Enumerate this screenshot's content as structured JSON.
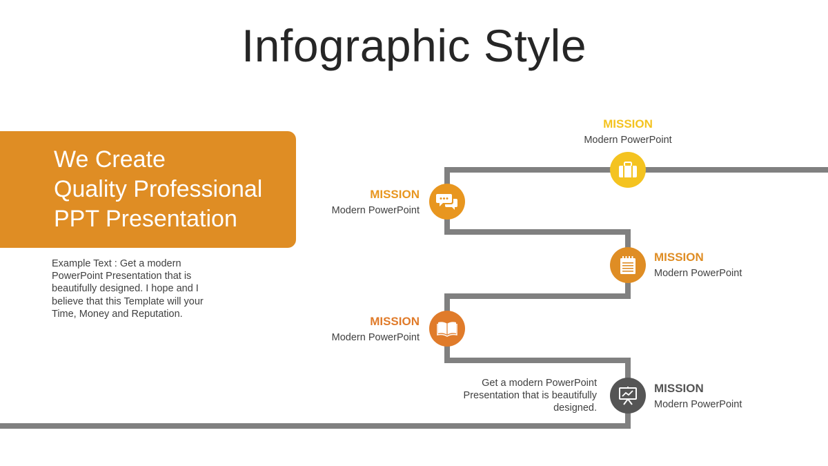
{
  "title": "Infographic Style",
  "hero": {
    "lines": [
      "We Create",
      "Quality Professional",
      "PPT Presentation"
    ]
  },
  "body_text": "Example Text : Get a modern PowerPoint  Presentation that is beautifully designed. I hope and I believe that this Template will your Time, Money and Reputation.",
  "colors": {
    "orange": "#df8d24",
    "yellow": "#f4c320",
    "dark_orange": "#e07b2a",
    "gray": "#555555",
    "line": "#808080"
  },
  "milestones": [
    {
      "title": "MISSION",
      "subtitle": "Modern PowerPoint",
      "icon": "briefcase-icon",
      "color": "#f4c320"
    },
    {
      "title": "MISSION",
      "subtitle": "Modern PowerPoint",
      "icon": "chat-icon",
      "color": "#e8961f"
    },
    {
      "title": "MISSION",
      "subtitle": "Modern PowerPoint",
      "icon": "notepad-icon",
      "color": "#df8d24"
    },
    {
      "title": "MISSION",
      "subtitle": "Modern PowerPoint",
      "icon": "book-icon",
      "color": "#e07b2a"
    },
    {
      "title": "MISSION",
      "subtitle": "Modern PowerPoint",
      "icon": "presentation-board-icon",
      "color": "#555555"
    }
  ],
  "note": "Get a modern PowerPoint Presentation that is beautifully designed."
}
